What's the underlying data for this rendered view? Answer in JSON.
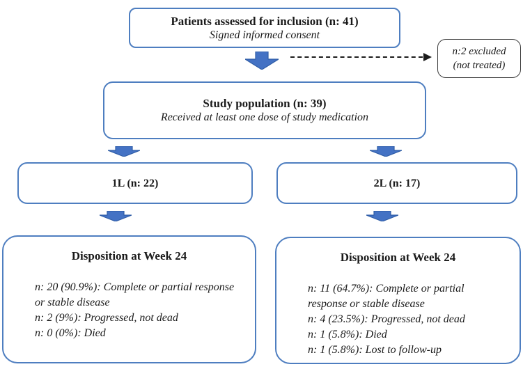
{
  "diagram": {
    "boxes": {
      "assessed": {
        "title": "Patients assessed for inclusion (n: 41)",
        "subtitle": "Signed informed consent"
      },
      "excluded": {
        "line1": "n:2 excluded",
        "line2": "(not treated)"
      },
      "study_population": {
        "title": "Study population (n: 39)",
        "subtitle": "Received at least one dose of study medication"
      },
      "arm_1l": {
        "title": "1L (n: 22)"
      },
      "arm_2l": {
        "title": "2L (n: 17)"
      },
      "disposition_1l": {
        "title": "Disposition at Week 24",
        "lines": [
          "n: 20 (90.9%): Complete or partial response or stable disease",
          "n: 2 (9%): Progressed, not dead",
          "n: 0 (0%): Died"
        ]
      },
      "disposition_2l": {
        "title": "Disposition at Week 24",
        "lines": [
          "n: 11 (64.7%): Complete or partial response or stable disease",
          "n: 4 (23.5%): Progressed, not dead",
          "n: 1 (5.8%): Died",
          "n: 1 (5.8%): Lost to follow-up"
        ]
      }
    },
    "colors": {
      "box_border_blue": "#4e7ec0",
      "arrow_fill": "#4472c4",
      "arrow_stroke": "#2f5da6",
      "excluded_border": "#3c3c3c",
      "dashed_arrow": "#1c1c1c"
    }
  }
}
